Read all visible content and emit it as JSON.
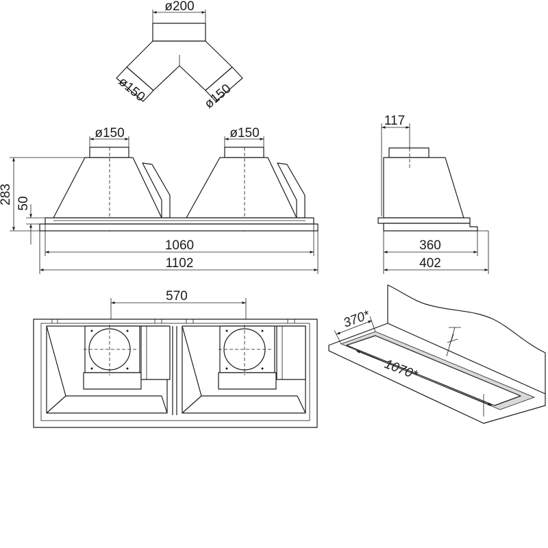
{
  "duct_adapter": {
    "inlet": "ø200",
    "outlet_left": "ø150",
    "outlet_right": "ø150"
  },
  "front_view": {
    "spigot_left": "ø150",
    "spigot_right": "ø150",
    "height_total": "283",
    "height_frame": "50",
    "width_body": "1060",
    "width_frame": "1102"
  },
  "side_view": {
    "spigot_offset": "117",
    "depth_body": "360",
    "depth_frame": "402"
  },
  "top_view": {
    "spigot_spacing": "570"
  },
  "cutout": {
    "depth": "370*",
    "width": "1070*"
  }
}
